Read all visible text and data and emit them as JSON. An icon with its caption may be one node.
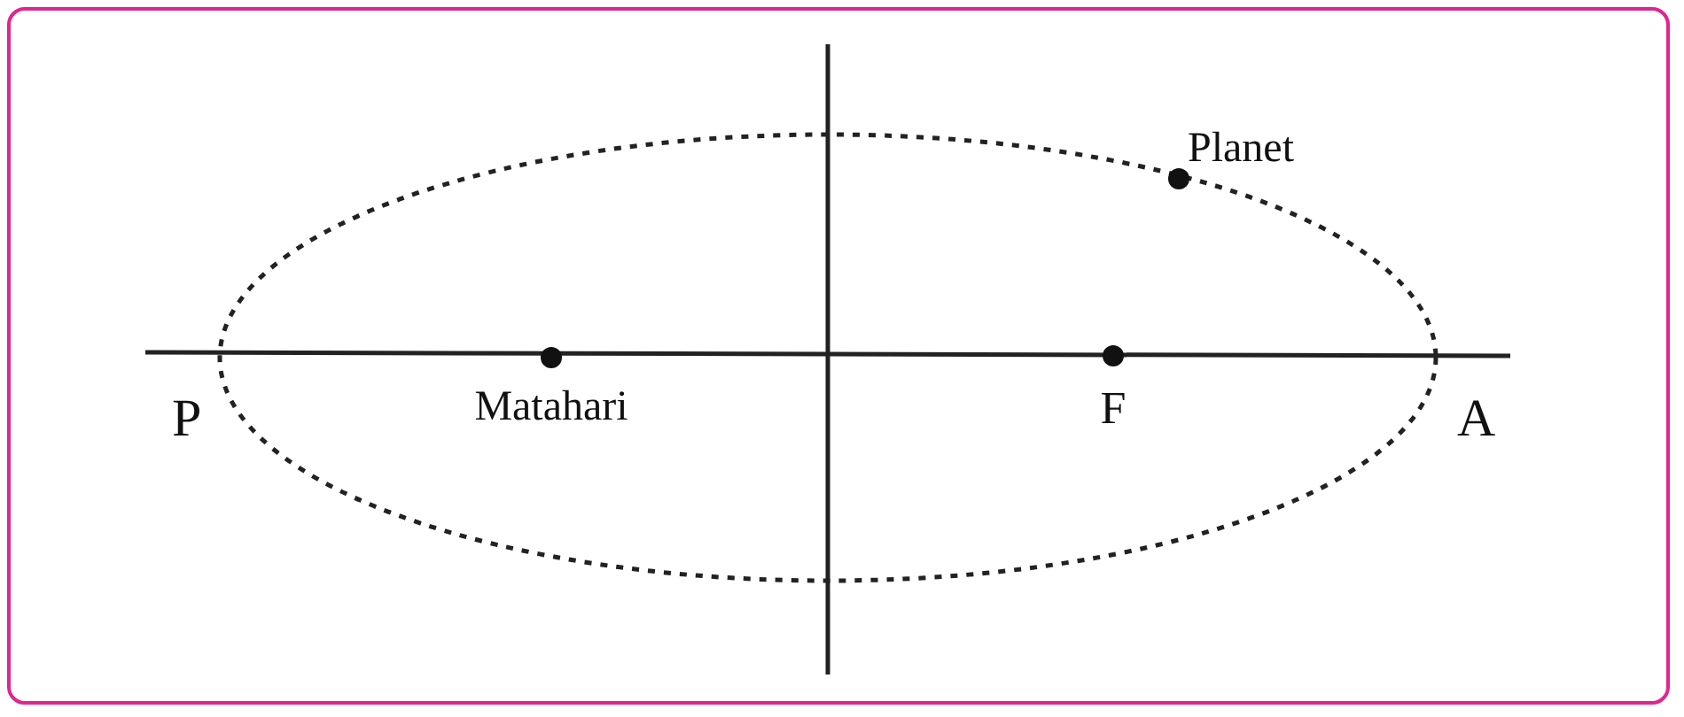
{
  "diagram": {
    "labels": [
      "Planet",
      "P",
      "Matahari",
      "F",
      "A"
    ]
  }
}
